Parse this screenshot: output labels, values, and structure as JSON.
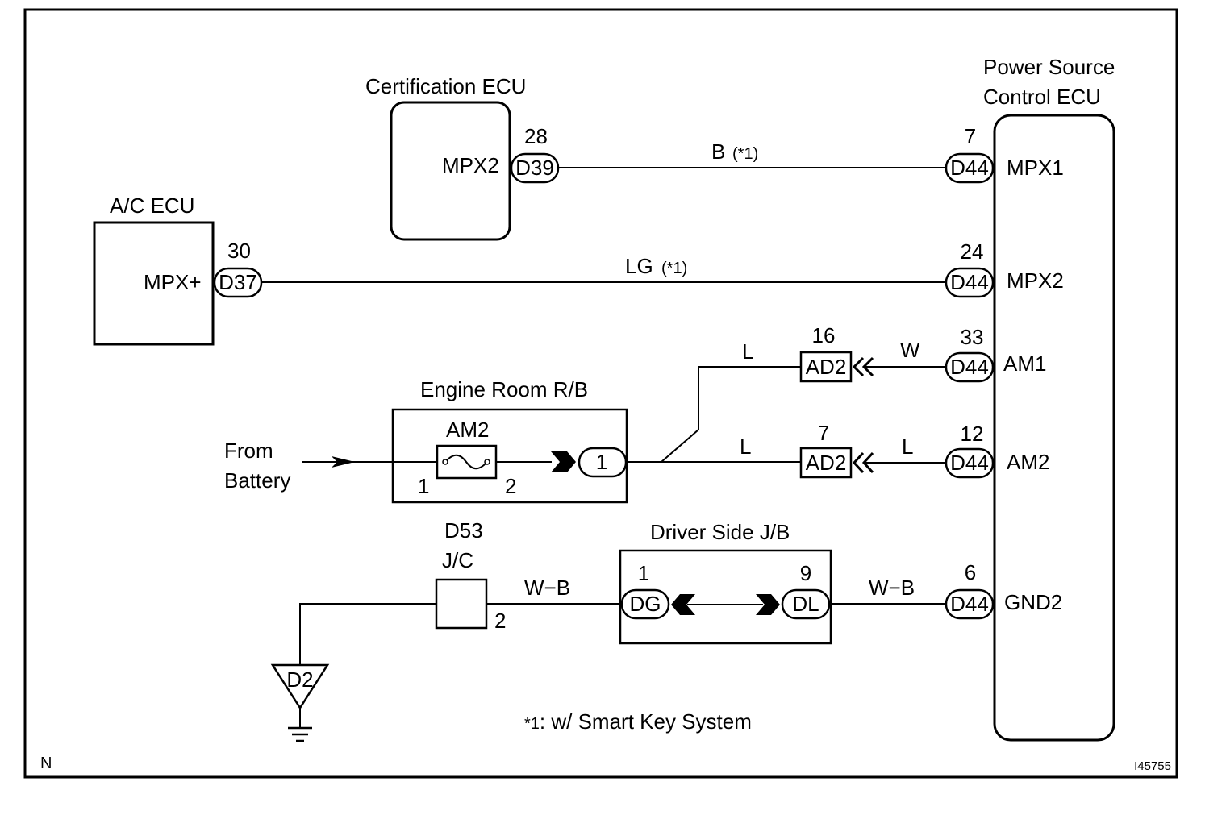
{
  "components": {
    "cert_ecu": {
      "title": "Certification ECU",
      "pin_name": "MPX2",
      "connector": "D39",
      "pin": "28"
    },
    "ac_ecu": {
      "title": "A/C ECU",
      "pin_name": "MPX+",
      "connector": "D37",
      "pin": "30"
    },
    "psc_ecu": {
      "title_line1": "Power Source",
      "title_line2": "Control ECU",
      "pins": [
        {
          "connector": "D44",
          "pin": "7",
          "name": "MPX1"
        },
        {
          "connector": "D44",
          "pin": "24",
          "name": "MPX2"
        },
        {
          "connector": "D44",
          "pin": "33",
          "name": "AM1"
        },
        {
          "connector": "D44",
          "pin": "12",
          "name": "AM2"
        },
        {
          "connector": "D44",
          "pin": "6",
          "name": "GND2"
        }
      ]
    },
    "engine_rb": {
      "title": "Engine Room R/B",
      "fuse": "AM2",
      "fuse_pin_left": "1",
      "fuse_pin_right": "2",
      "out_pin": "1"
    },
    "source": {
      "line1": "From",
      "line2": "Battery"
    },
    "ad2_upper": {
      "label": "AD2",
      "pin": "16"
    },
    "ad2_lower": {
      "label": "AD2",
      "pin": "7"
    },
    "junction": {
      "name": "D53",
      "type": "J/C",
      "pin": "2"
    },
    "driver_jb": {
      "title": "Driver Side J/B",
      "left_conn": "DG",
      "left_pin": "1",
      "right_conn": "DL",
      "right_pin": "9"
    },
    "ground": {
      "label": "D2"
    }
  },
  "wires": {
    "b": "B",
    "b_note": "(*1)",
    "lg": "LG",
    "lg_note": "(*1)",
    "am1_left": "L",
    "am1_right": "W",
    "am2_left": "L",
    "am2_right": "L",
    "gnd_left": "W−B",
    "gnd_right": "W−B"
  },
  "footnote": {
    "mark": "*1",
    "text": ": w/ Smart Key System"
  },
  "corner_left": "N",
  "corner_right": "I45755"
}
